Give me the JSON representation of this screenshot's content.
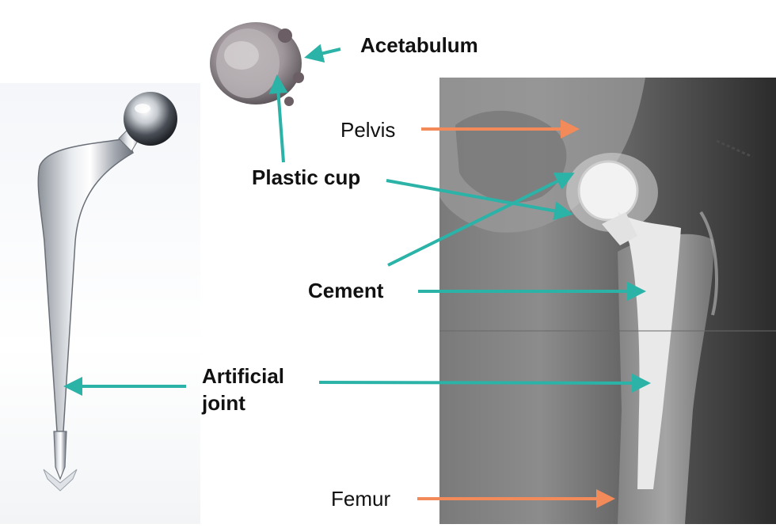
{
  "labels": {
    "acetabulum": "Acetabulum",
    "pelvis": "Pelvis",
    "plastic_cup": "Plastic cup",
    "cement": "Cement",
    "artificial_joint": "Artificial joint",
    "femur": "Femur"
  },
  "colors": {
    "teal_arrow": "#2bb3a8",
    "orange_arrow": "#f28a5a",
    "text": "#111111"
  }
}
